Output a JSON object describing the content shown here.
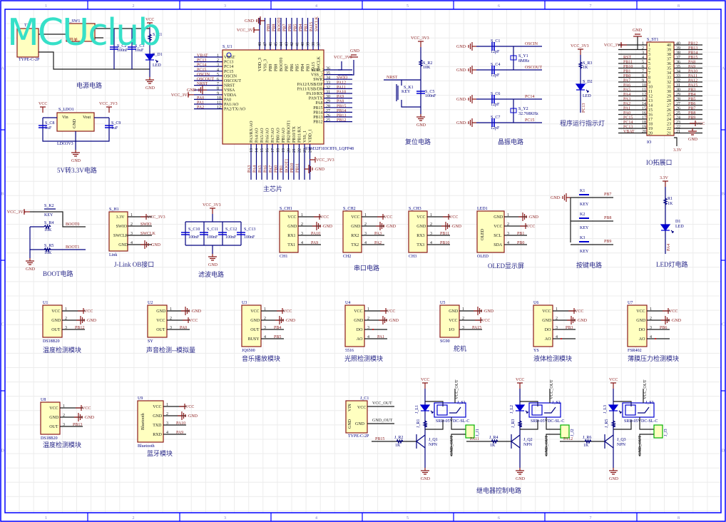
{
  "watermark": "MCUclub",
  "frame": {
    "columns": [
      "1",
      "2",
      "3",
      "4",
      "5",
      "6",
      "7",
      "8"
    ],
    "rows": [
      "A",
      "B",
      "C",
      "D"
    ]
  },
  "colors": {
    "wire": "#00007f",
    "power": "#8b1a1a",
    "component": "#ffffc0",
    "frame": "#0000ff",
    "logo": "#36e0c8"
  },
  "blocks": {
    "power": {
      "title": "电源电路",
      "switch": "S_SW1",
      "switch_label": "开关",
      "conn": "T1",
      "conn_type": "TYPE-C-2P",
      "c2": "S_C2",
      "c2v": "100nF",
      "c3": "S_C3",
      "c3v": "10uF",
      "r1": "S_R1",
      "r1v": "1K",
      "d1": "S_D1",
      "d1v": "LED",
      "vcc": "VCC",
      "gnd": "GND"
    },
    "ldo": {
      "title": "5V转3.3V电路",
      "ref": "S_LDO1",
      "part": "LDO3V3",
      "vin": "Vin",
      "vout": "Vout",
      "gndpin": "GND",
      "c8": "S_C8",
      "c9": "S_C9",
      "cv": "1uF",
      "vcc": "VCC",
      "vcc3": "VCC_3V3",
      "gnd": "GND"
    },
    "mcu": {
      "title": "主芯片",
      "ref": "S_U1",
      "part": "STM32F103C8T6_LQFP48",
      "left_pins": [
        {
          "n": "1",
          "name": "VBAT",
          "net": "VBAT"
        },
        {
          "n": "2",
          "name": "PC13",
          "net": "PC13"
        },
        {
          "n": "3",
          "name": "PC14",
          "net": "PC14"
        },
        {
          "n": "4",
          "name": "PC15",
          "net": "PC15"
        },
        {
          "n": "5",
          "name": "OSCIN",
          "net": "OSCIN"
        },
        {
          "n": "6",
          "name": "OSCOUT",
          "net": "OSCOUT"
        },
        {
          "n": "7",
          "name": "NRST",
          "net": "NRST"
        },
        {
          "n": "8",
          "name": "VSSA",
          "net": "GND"
        },
        {
          "n": "9",
          "name": "VDDA",
          "net": "VCC_3V3"
        },
        {
          "n": "10",
          "name": "PA0",
          "net": "PA0"
        },
        {
          "n": "11",
          "name": "PA1/AO",
          "net": "PA1"
        },
        {
          "n": "12",
          "name": "PA2/TX/AO",
          "net": "PA2"
        }
      ],
      "right_pins": [
        {
          "n": "36",
          "name": "VDD_2",
          "net": "VCC_3V3"
        },
        {
          "n": "35",
          "name": "VSS_2",
          "net": "GND"
        },
        {
          "n": "34",
          "name": "SWIO",
          "net": "SWIO"
        },
        {
          "n": "33",
          "name": "PA12/USB/DP",
          "net": "PA12"
        },
        {
          "n": "32",
          "name": "PA11/USB/DM",
          "net": "PA11"
        },
        {
          "n": "31",
          "name": "PA10/RX",
          "net": "PA10"
        },
        {
          "n": "30",
          "name": "PA9/TX",
          "net": "PA9"
        },
        {
          "n": "29",
          "name": "PA8",
          "net": "PA8"
        },
        {
          "n": "28",
          "name": "PB15",
          "net": "PB15"
        },
        {
          "n": "27",
          "name": "PB14",
          "net": "PB14"
        },
        {
          "n": "26",
          "name": "PB13",
          "net": "PB13"
        },
        {
          "n": "25",
          "name": "PB12",
          "net": "PB12"
        }
      ],
      "top_pins": [
        {
          "n": "48",
          "name": "VDD_3",
          "net": "VCC_3V3"
        },
        {
          "n": "47",
          "name": "VSS_3",
          "net": "GND"
        },
        {
          "n": "46",
          "name": "PB9",
          "net": "PB9"
        },
        {
          "n": "45",
          "name": "PB8",
          "net": "PB8"
        },
        {
          "n": "44",
          "name": "BOOT0",
          "net": "BOOT0"
        },
        {
          "n": "43",
          "name": "PB7",
          "net": "PB7"
        },
        {
          "n": "42",
          "name": "PB6",
          "net": "PB6"
        },
        {
          "n": "41",
          "name": "PB5",
          "net": "PB5"
        },
        {
          "n": "40",
          "name": "PB4",
          "net": "PB4"
        },
        {
          "n": "39",
          "name": "PB3",
          "net": "PB3"
        },
        {
          "n": "38",
          "name": "PA15",
          "net": "PA15"
        },
        {
          "n": "37",
          "name": "SWCLK",
          "net": "SWCLK"
        }
      ],
      "bottom_pins": [
        {
          "n": "13",
          "name": "PA3/RX/AO",
          "net": "PA3"
        },
        {
          "n": "14",
          "name": "PA4/AO",
          "net": "PA4"
        },
        {
          "n": "15",
          "name": "PA5/AO",
          "net": "PA5"
        },
        {
          "n": "16",
          "name": "PA6/AO",
          "net": "PA6"
        },
        {
          "n": "17",
          "name": "PA7/AO",
          "net": "PA7"
        },
        {
          "n": "18",
          "name": "PB0/AO",
          "net": "PB0"
        },
        {
          "n": "19",
          "name": "PB1/AO",
          "net": "PB1"
        },
        {
          "n": "20",
          "name": "PB2/BOOT1",
          "net": "BOOT1"
        },
        {
          "n": "21",
          "name": "PB10/TX",
          "net": "PB10"
        },
        {
          "n": "22",
          "name": "PB11/RX",
          "net": "PB11"
        },
        {
          "n": "23",
          "name": "VSS_1",
          "net": "GND"
        },
        {
          "n": "24",
          "name": "VDD_1",
          "net": "VCC_3V3"
        }
      ]
    },
    "reset": {
      "title": "复位电路",
      "vcc": "VCC_3V3",
      "r": "S_R2",
      "rv": "10K",
      "net": "NRST",
      "k": "S_K1",
      "kv": "KEY",
      "c": "S_C5",
      "cv": "100nF",
      "gnd": "GND"
    },
    "crystal": {
      "title": "晶振电路",
      "c1": "S_C1",
      "c4": "S_C4",
      "c6": "S_C6",
      "c7": "S_C7",
      "cv": "12pF",
      "y1": "S_Y1",
      "y1v": "8MHz",
      "y2": "S_Y2",
      "y2v": "32.768KHz",
      "n1": "OSCIN",
      "n2": "OSCOUT",
      "n3": "PC14",
      "n4": "PC15",
      "gnd": "GND"
    },
    "runled": {
      "title": "程序运行指示灯",
      "vcc": "VCC_3V3",
      "r": "S_R3",
      "rv": "1K",
      "d": "S_D2",
      "dv": "LED",
      "net": "PC13"
    },
    "io": {
      "title": "IO拓展口",
      "ref": "S_ST1",
      "part": "IO",
      "left_nets": [
        "VCC_3V3",
        "GND",
        "",
        "RST",
        "PB11",
        "PB10",
        "PB1",
        "PB0",
        "PA7",
        "PA6",
        "PA5",
        "PA4",
        "PA3",
        "PA2",
        "PA1",
        "PA0",
        "PC15",
        "PC14",
        "PC13",
        "VBAT"
      ],
      "right_nets": [
        "PB12",
        "PB13",
        "PB14",
        "PB15",
        "PA8",
        "PA9",
        "PA10",
        "PA11",
        "PA12",
        "PA15",
        "PB3",
        "PB4",
        "PB5",
        "PB6",
        "PB7",
        "PB8",
        "PB9",
        "VCC",
        "GND",
        "3.3V"
      ]
    },
    "boot": {
      "title": "BOOT电路",
      "k": "S_K2",
      "kv": "KEY",
      "r4": "S_R4",
      "r5": "S_R5",
      "rv": "10K",
      "n0": "BOOT0",
      "n1": "BOOT1",
      "vcc": "VCC_3V3",
      "gnd": "GND"
    },
    "jlink": {
      "title": "J-Link OB接口",
      "ref": "S_H1",
      "part": "Link",
      "pins": [
        {
          "n": "1",
          "name": "3.3V",
          "net": "VCC_3V3"
        },
        {
          "n": "2",
          "name": "SWIO",
          "net": "SWIO"
        },
        {
          "n": "3",
          "name": "SWCLK",
          "net": "SWCLK"
        },
        {
          "n": "4",
          "name": "GND",
          "net": "GND"
        }
      ]
    },
    "filter": {
      "title": "滤波电路",
      "vcc": "VCC_3V3",
      "caps": [
        "S_C10",
        "S_C11",
        "S_C12",
        "S_C13"
      ],
      "cv": "100nF",
      "gnd": "GND"
    },
    "uart": {
      "title": "串口电路",
      "items": [
        {
          "ref": "S_CH1",
          "part": "CH1",
          "pins": [
            {
              "n": "1",
              "name": "VCC",
              "net": "VCC"
            },
            {
              "n": "2",
              "name": "GND",
              "net": "GND"
            },
            {
              "n": "3",
              "name": "RX1",
              "net": "PA10"
            },
            {
              "n": "4",
              "name": "TX1",
              "net": "PA9"
            }
          ]
        },
        {
          "ref": "S_CH2",
          "part": "CH2",
          "pins": [
            {
              "n": "1",
              "name": "VCC",
              "net": "VCC"
            },
            {
              "n": "2",
              "name": "GND",
              "net": "GND"
            },
            {
              "n": "3",
              "name": "RX2",
              "net": "PA3"
            },
            {
              "n": "4",
              "name": "TX2",
              "net": "PA2"
            }
          ]
        },
        {
          "ref": "S_CH3",
          "part": "CH3",
          "pins": [
            {
              "n": "1",
              "name": "VCC",
              "net": "VCC"
            },
            {
              "n": "2",
              "name": "GND",
              "net": "GND"
            },
            {
              "n": "3",
              "name": "RX3",
              "net": "PB11"
            },
            {
              "n": "4",
              "name": "TX3",
              "net": "PB10"
            }
          ]
        }
      ]
    },
    "oled": {
      "title": "OLED显示屏",
      "ref": "LED1",
      "part": "OLED",
      "body": "OLED",
      "pins": [
        {
          "n": "1",
          "name": "GND",
          "net": "GND"
        },
        {
          "n": "2",
          "name": "VCC",
          "net": "VCC"
        },
        {
          "n": "3",
          "name": "SCL",
          "net": "PB1"
        },
        {
          "n": "4",
          "name": "SDA",
          "net": "PB0"
        }
      ]
    },
    "keys": {
      "title": "按键电路",
      "gnd": "GND",
      "items": [
        {
          "ref": "K1",
          "v": "KEY",
          "net": "PB7"
        },
        {
          "ref": "K2",
          "v": "KEY",
          "net": "PB8"
        },
        {
          "ref": "K3",
          "v": "KEY",
          "net": "PB9"
        }
      ]
    },
    "led": {
      "title": "LED灯电路",
      "vcc": "3.3V",
      "r": "R1",
      "rv": "1K",
      "d": "D1",
      "dv": "LED",
      "net": "PA4"
    },
    "modules_row1": [
      {
        "title": "温度检测模块",
        "ref": "U1",
        "part": "DS18B20",
        "pins": [
          {
            "n": "1",
            "name": "VCC",
            "net": "VCC"
          },
          {
            "n": "2",
            "name": "GND",
            "net": "GND"
          },
          {
            "n": "3",
            "name": "OUT",
            "net": "PB12"
          }
        ]
      },
      {
        "title": "声音检测--模拟量",
        "ref": "U2",
        "part": "SY",
        "pins": [
          {
            "n": "1",
            "name": "GND",
            "net": "GND"
          },
          {
            "n": "2",
            "name": "VCC",
            "net": "VCC"
          },
          {
            "n": "3",
            "name": "OUT",
            "net": "PA0"
          }
        ]
      },
      {
        "title": "音乐播放模块",
        "ref": "U3",
        "part": "JQ6500",
        "pins": [
          {
            "n": "1",
            "name": "VCC",
            "net": "VCC"
          },
          {
            "n": "2",
            "name": "GND",
            "net": "GND"
          },
          {
            "n": "3",
            "name": "OUT",
            "net": "PB4"
          },
          {
            "n": "4",
            "name": "BUSY",
            "net": "PB5"
          }
        ]
      },
      {
        "title": "光照检测模块",
        "ref": "U4",
        "part": "5516",
        "pins": [
          {
            "n": "1",
            "name": "VCC",
            "net": "VCC"
          },
          {
            "n": "2",
            "name": "GND",
            "net": "GND"
          },
          {
            "n": "3",
            "name": "DO",
            "net": ""
          },
          {
            "n": "4",
            "name": "AO",
            "net": "PA1"
          }
        ]
      },
      {
        "title": "舵机",
        "ref": "U5",
        "part": "SG90",
        "pins": [
          {
            "n": "1",
            "name": "GND",
            "net": "GND"
          },
          {
            "n": "2",
            "name": "VCC",
            "net": "VCC"
          },
          {
            "n": "3",
            "name": "I/O",
            "net": "PA15"
          }
        ]
      },
      {
        "title": "液体检测模块",
        "ref": "U6",
        "part": "YS",
        "pins": [
          {
            "n": "1",
            "name": "VCC",
            "net": "VCC"
          },
          {
            "n": "2",
            "name": "GND",
            "net": "GND"
          },
          {
            "n": "3",
            "name": "DO",
            "net": "PB3"
          },
          {
            "n": "4",
            "name": "AO",
            "net": ""
          }
        ]
      },
      {
        "title": "薄膜压力检测模块",
        "ref": "U7",
        "part": "FSR402",
        "pins": [
          {
            "n": "1",
            "name": "VCC",
            "net": "VCC"
          },
          {
            "n": "2",
            "name": "GND",
            "net": "GND"
          },
          {
            "n": "3",
            "name": "DO",
            "net": "PB6"
          },
          {
            "n": "4",
            "name": "AO",
            "net": ""
          }
        ]
      }
    ],
    "modules_row2": [
      {
        "title": "温度检测模块",
        "ref": "U8",
        "part": "DS18B20",
        "pins": [
          {
            "n": "1",
            "name": "VCC",
            "net": "VCC"
          },
          {
            "n": "2",
            "name": "GND",
            "net": "GND"
          },
          {
            "n": "3",
            "name": "OUT",
            "net": "PB13"
          }
        ]
      },
      {
        "title": "蓝牙模块",
        "ref": "U9",
        "part": "Bluetooth",
        "body": "Bluetooth",
        "pins": [
          {
            "n": "1",
            "name": "VCC",
            "net": "VCC"
          },
          {
            "n": "2",
            "name": "GND",
            "net": "GND"
          },
          {
            "n": "3",
            "name": "TXD",
            "net": "PA10"
          },
          {
            "n": "4",
            "name": "RXD",
            "net": "PA9"
          }
        ]
      }
    ],
    "typec_out": {
      "ref": "J_C1",
      "part": "TYPE-C-2P",
      "p1": "VCC",
      "p2": "GND",
      "n1": "VCC_OUT",
      "n2": "GND_OUT",
      "side1": "VIN",
      "side2": "GND"
    },
    "relay": {
      "title": "继电器控制电路",
      "items": [
        {
          "net": "PB15",
          "r": "J_R2",
          "rl": "J_R1",
          "rv": "1K",
          "q": "J_Q1",
          "qv": "NPN",
          "d": "J_L1",
          "s": "J_S1",
          "j": "J_J1",
          "part": "SRD-05VDC-SL-C"
        },
        {
          "net": "PA11",
          "r": "J_R4",
          "rl": "J_R3",
          "rv": "1K",
          "q": "J_Q2",
          "qv": "NPN",
          "d": "J_L2",
          "s": "J_S2",
          "j": "J_J2",
          "part": "SRD-05VDC-SL-C"
        },
        {
          "net": "PA12",
          "r": "J_R6",
          "rl": "J_R5",
          "rv": "1K",
          "q": "J_Q3",
          "qv": "NPN",
          "d": "J_L3",
          "s": "J_S3",
          "j": "J_J3",
          "part": "SRD-05VDC-SL-C"
        }
      ],
      "vcc": "VCC",
      "gnd": "GND",
      "vout": "VCC_OUT",
      "gout": "GND_OUT"
    }
  }
}
